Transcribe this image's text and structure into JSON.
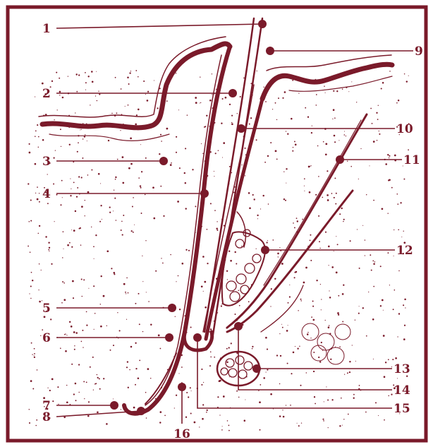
{
  "figure": {
    "colors": {
      "ink": "#7a1a2a",
      "background": "#ffffff"
    },
    "labels": [
      {
        "number": "1"
      },
      {
        "number": "2"
      },
      {
        "number": "3"
      },
      {
        "number": "4"
      },
      {
        "number": "5"
      },
      {
        "number": "6"
      },
      {
        "number": "7"
      },
      {
        "number": "8"
      },
      {
        "number": "9"
      },
      {
        "number": "10"
      },
      {
        "number": "11"
      },
      {
        "number": "12"
      },
      {
        "number": "13"
      },
      {
        "number": "14"
      },
      {
        "number": "15"
      },
      {
        "number": "16"
      }
    ]
  }
}
